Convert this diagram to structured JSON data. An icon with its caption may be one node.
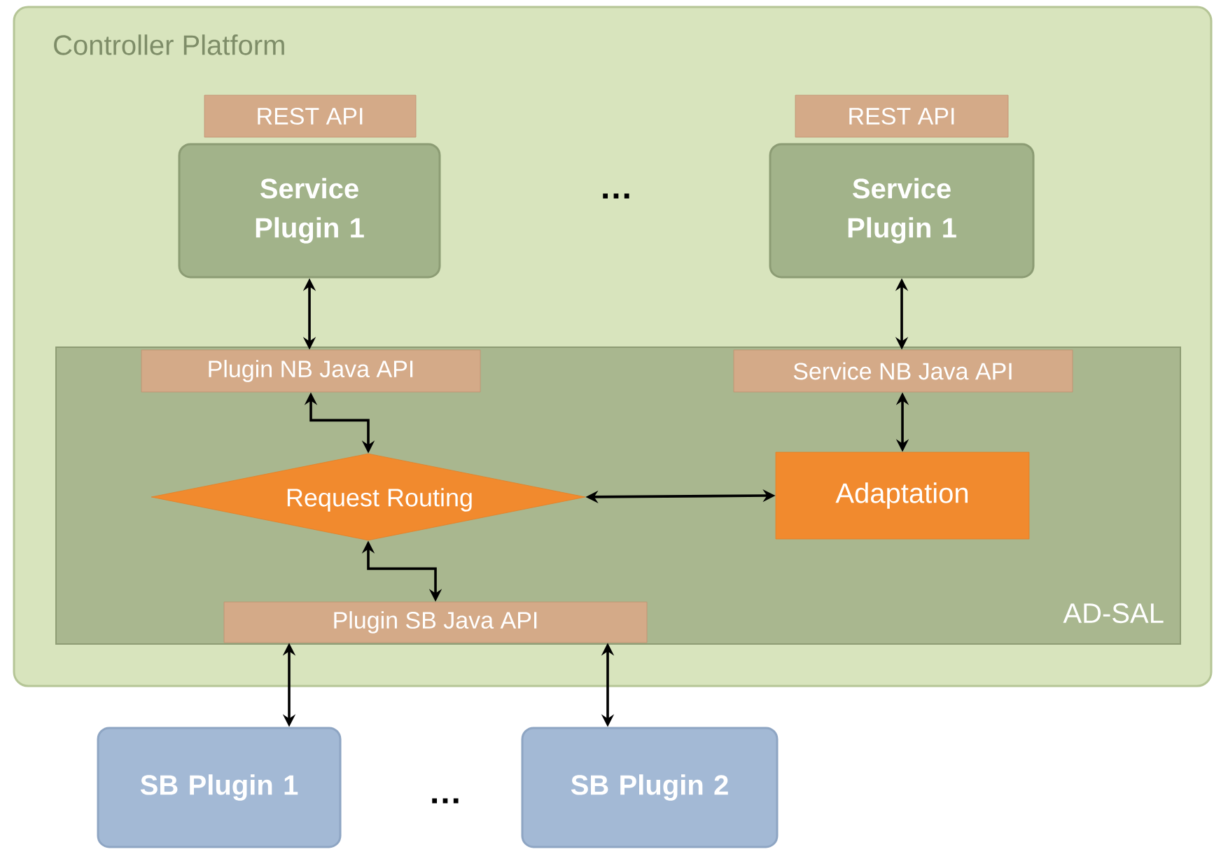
{
  "diagram": {
    "nodes": [
      {
        "text": [
          "Controller Platform"
        ]
      },
      {
        "text": [
          "REST API"
        ],
        "in": 0
      },
      {
        "text": [
          "Service Plugin 1"
        ],
        "in": 0
      },
      {
        "text": [
          "REST API"
        ],
        "in": 0
      },
      {
        "text": [
          "Service Plugin 1"
        ],
        "in": 0
      },
      {
        "text": [
          "AD-SAL"
        ],
        "in": 0
      },
      {
        "text": [
          "Plugin NB Java API"
        ],
        "in": 5
      },
      {
        "text": [
          "Service NB Java API"
        ],
        "in": 5
      },
      {
        "text": [
          "Request Routing"
        ],
        "in": 5
      },
      {
        "text": [
          "Adaptation"
        ],
        "in": 5
      },
      {
        "text": [
          "Plugin SB Java API"
        ],
        "in": 5
      },
      {
        "text": [
          "SB Plugin 1"
        ]
      },
      {
        "text": [
          "SB Plugin 2"
        ]
      }
    ],
    "edges": [
      {
        "from": 2,
        "to": 6,
        "arrow": "both"
      },
      {
        "from": 4,
        "to": 7,
        "arrow": "both"
      },
      {
        "from": 6,
        "to": 8,
        "arrow": "both"
      },
      {
        "from": 8,
        "to": 10,
        "arrow": "both"
      },
      {
        "from": 8,
        "to": 9,
        "arrow": "both"
      },
      {
        "from": 7,
        "to": 9,
        "arrow": "both"
      },
      {
        "from": 10,
        "to": 11,
        "arrow": "both"
      },
      {
        "from": 10,
        "to": 12,
        "arrow": "both"
      }
    ],
    "labels": [
      "…",
      "…"
    ]
  }
}
